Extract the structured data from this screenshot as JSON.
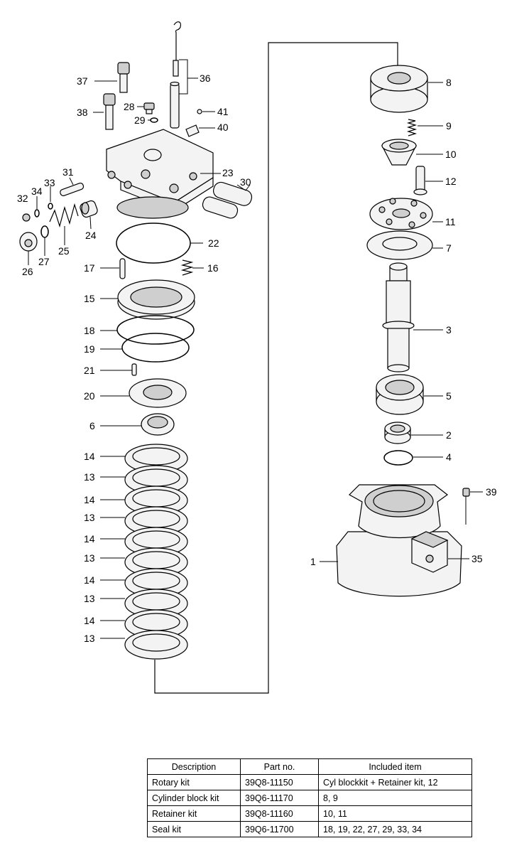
{
  "callouts": {
    "c37": "37",
    "c36": "36",
    "c38": "38",
    "c28": "28",
    "c29": "29",
    "c41": "41",
    "c40": "40",
    "c31": "31",
    "c33": "33",
    "c34": "34",
    "c32": "32",
    "c23": "23",
    "c30": "30",
    "c25": "25",
    "c27": "27",
    "c26": "26",
    "c24": "24",
    "c22": "22",
    "c17": "17",
    "c16": "16",
    "c15": "15",
    "c18": "18",
    "c19": "19",
    "c21": "21",
    "c20": "20",
    "c6": "6",
    "c14a": "14",
    "c13a": "13",
    "c14b": "14",
    "c13b": "13",
    "c14c": "14",
    "c13c": "13",
    "c14d": "14",
    "c13d": "13",
    "c14e": "14",
    "c13e": "13",
    "c8": "8",
    "c9": "9",
    "c10": "10",
    "c12": "12",
    "c11": "11",
    "c7": "7",
    "c3": "3",
    "c5": "5",
    "c2": "2",
    "c4": "4",
    "c39": "39",
    "c1": "1",
    "c35": "35"
  },
  "kit_table": {
    "headers": [
      "Description",
      "Part no.",
      "Included item"
    ],
    "rows": [
      {
        "description": "Rotary kit",
        "part_no": "39Q8-11150",
        "included": "Cyl blockkit + Retainer kit, 12"
      },
      {
        "description": "Cylinder block kit",
        "part_no": "39Q6-11170",
        "included": "8, 9"
      },
      {
        "description": "Retainer kit",
        "part_no": "39Q8-11160",
        "included": "10, 11"
      },
      {
        "description": "Seal kit",
        "part_no": "39Q6-11700",
        "included": "18, 19, 22, 27, 29, 33, 34"
      }
    ]
  }
}
